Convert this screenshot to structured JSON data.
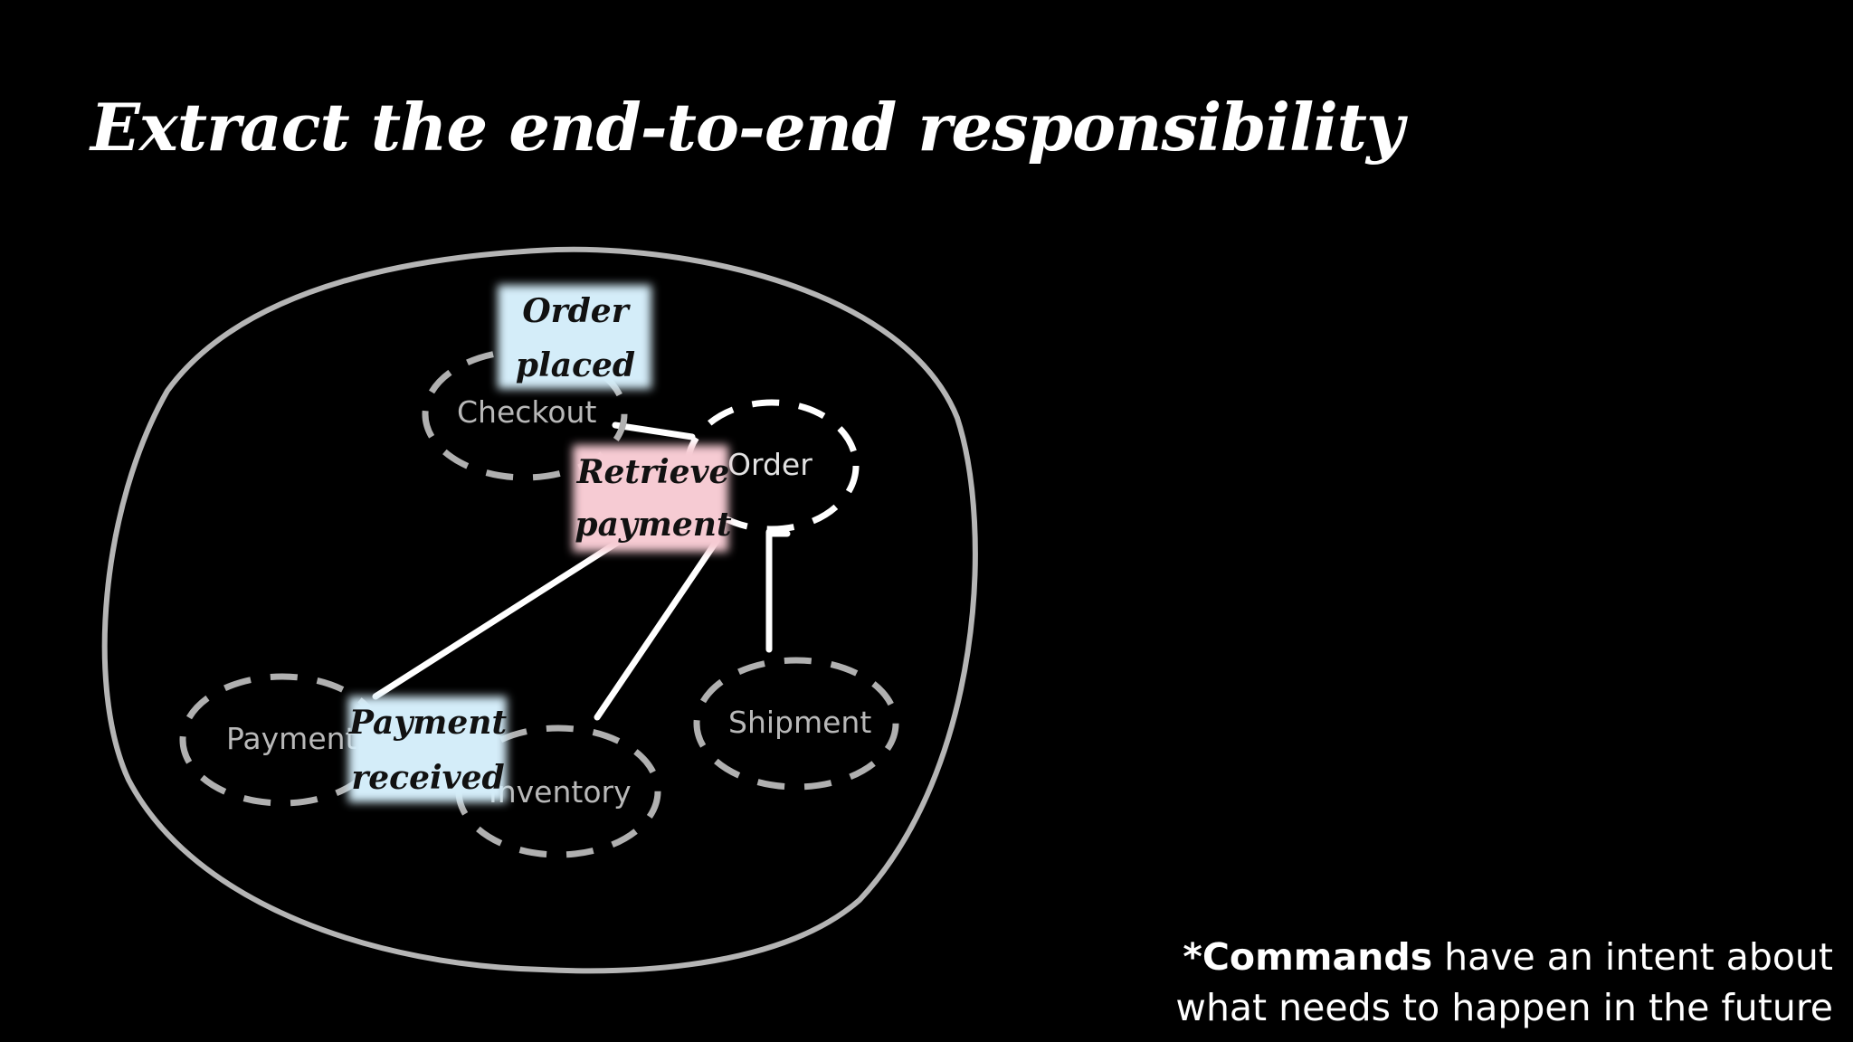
{
  "slide": {
    "title": "Extract the end-to-end responsibility",
    "background": "#000000"
  },
  "contexts": [
    {
      "id": "checkout",
      "label": "Checkout"
    },
    {
      "id": "order",
      "label": "Order"
    },
    {
      "id": "payment",
      "label": "Payment"
    },
    {
      "id": "inventory",
      "label": "Inventory"
    },
    {
      "id": "shipment",
      "label": "Shipment"
    }
  ],
  "stickies": [
    {
      "id": "order-placed",
      "kind": "event",
      "lines": [
        "Order",
        "placed"
      ],
      "color": "#d4edf9"
    },
    {
      "id": "retrieve-payment",
      "kind": "command",
      "lines": [
        "Retrieve",
        "payment"
      ],
      "color": "#f6cbd3"
    },
    {
      "id": "payment-received",
      "kind": "event",
      "lines": [
        "Payment",
        "received"
      ],
      "color": "#d4edf9"
    }
  ],
  "connections": [
    {
      "from": "checkout",
      "to": "order"
    },
    {
      "from": "retrieve-payment",
      "to": "payment"
    },
    {
      "from": "retrieve-payment",
      "to": "inventory"
    },
    {
      "from": "order",
      "to": "shipment"
    }
  ],
  "footnote": {
    "emphasis": "*Commands",
    "line1_rest": " have an intent about",
    "line2": "what needs to happen in the future"
  },
  "colors": {
    "boundary": "#b5b5b5",
    "context_dash": "#b0b0b0",
    "order_dash": "#ffffff",
    "connector": "#ffffff",
    "text": "#ffffff"
  }
}
